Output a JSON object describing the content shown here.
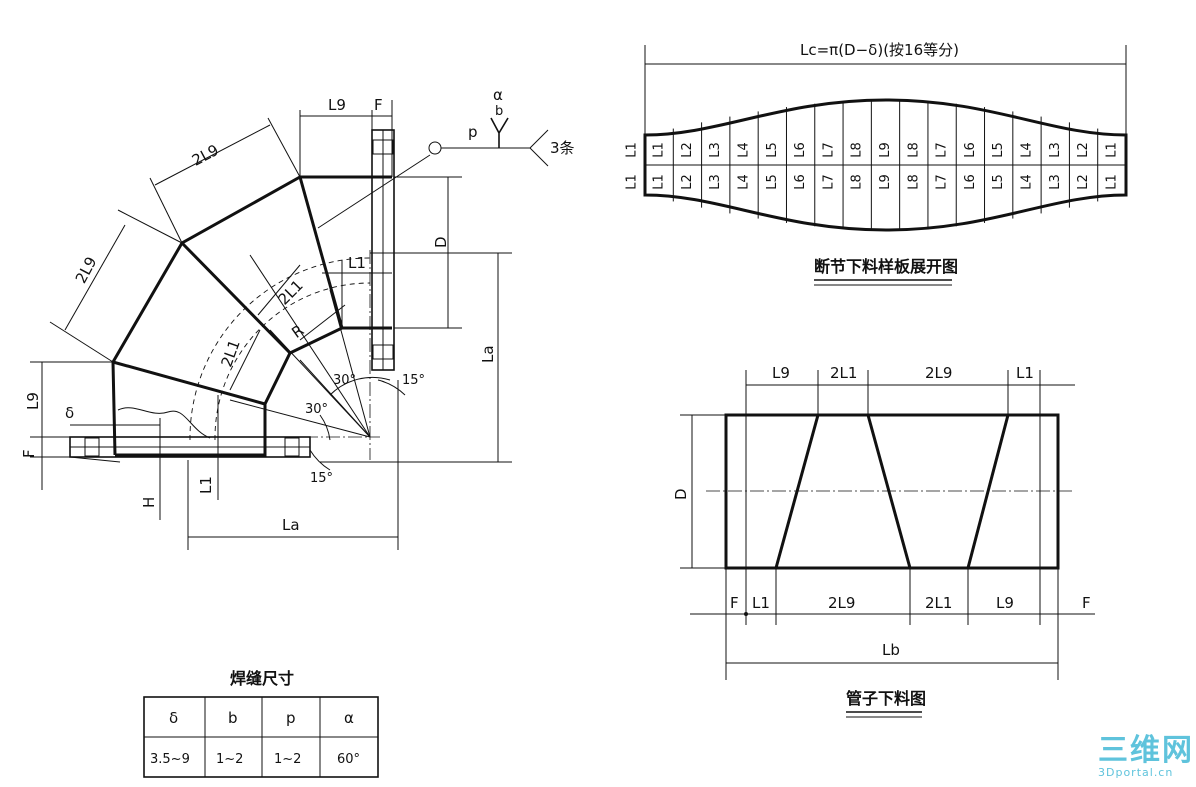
{
  "elbow": {
    "labels": {
      "L9_top": "L9",
      "F_top": "F",
      "L9_diag1": "2L9",
      "L9_diag2": "2L9",
      "D": "D",
      "L1_a": "L1",
      "L1_b": "2L1",
      "L1_c": "2L1",
      "R": "R",
      "La_v": "La",
      "La_h": "La",
      "L9_left": "L9",
      "F_left": "F",
      "delta": "δ",
      "H": "H",
      "L1_bottom": "L1",
      "ang1": "30°",
      "ang2": "30°",
      "ang3": "15°",
      "ang4": "15°"
    },
    "weld_symbol": {
      "alpha": "α",
      "b": "b",
      "p": "p",
      "count": "3条"
    }
  },
  "blank_plate": {
    "formula": "Lc=π(D−δ)(按16等分)",
    "row_top": [
      "L1",
      "L2",
      "L3",
      "L4",
      "L5",
      "L6",
      "L7",
      "L8",
      "L9",
      "L8",
      "L7",
      "L6",
      "L5",
      "L4",
      "L3",
      "L2",
      "L1"
    ],
    "row_bottom": [
      "L1",
      "L2",
      "L3",
      "L4",
      "L5",
      "L6",
      "L7",
      "L8",
      "L9",
      "L8",
      "L7",
      "L6",
      "L5",
      "L4",
      "L3",
      "L2",
      "L1"
    ],
    "title": "断节下料样板展开图"
  },
  "pipe_cut": {
    "top_dims": [
      "L9",
      "2L1",
      "2L9",
      "L1"
    ],
    "bottom_dims": [
      "F",
      "L1",
      "2L9",
      "2L1",
      "L9",
      "F"
    ],
    "D": "D",
    "Lb": "Lb",
    "title": "管子下料图"
  },
  "weld_table": {
    "title": "焊缝尺寸",
    "headers": [
      "δ",
      "b",
      "p",
      "α"
    ],
    "values": [
      "3.5~9",
      "1~2",
      "1~2",
      "60°"
    ]
  },
  "watermark": {
    "main": "三维网",
    "sub": "3Dportal.cn"
  },
  "colors": {
    "ink": "#111111",
    "watermark": "#5fc3dc"
  }
}
